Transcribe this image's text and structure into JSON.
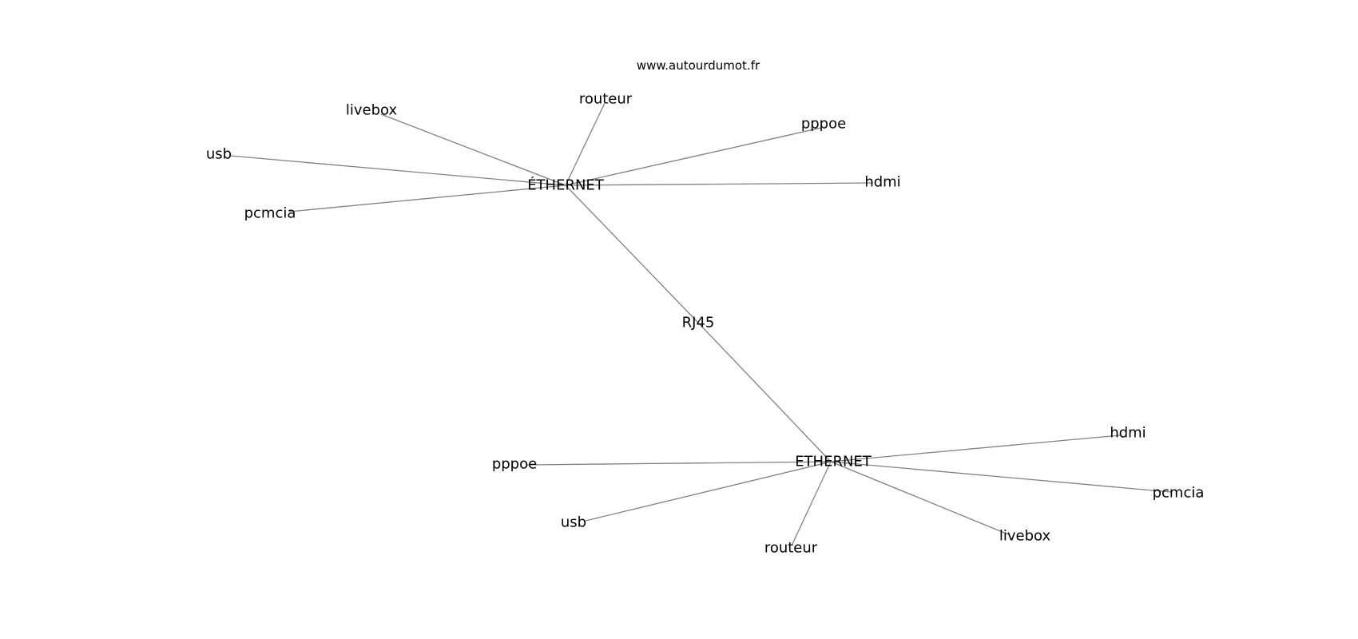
{
  "header": {
    "site": "www.autourdumot.fr"
  },
  "graph": {
    "nodes": [
      {
        "id": "ethernet_accent",
        "label": "ÉTHERNET"
      },
      {
        "id": "ethernet",
        "label": "ETHERNET"
      },
      {
        "id": "rj45",
        "label": "RJ45"
      },
      {
        "id": "livebox_a",
        "label": "livebox"
      },
      {
        "id": "routeur_a",
        "label": "routeur"
      },
      {
        "id": "pppoe_a",
        "label": "pppoe"
      },
      {
        "id": "usb_a",
        "label": "usb"
      },
      {
        "id": "hdmi_a",
        "label": "hdmi"
      },
      {
        "id": "pcmcia_a",
        "label": "pcmcia"
      },
      {
        "id": "hdmi_b",
        "label": "hdmi"
      },
      {
        "id": "pppoe_b",
        "label": "pppoe"
      },
      {
        "id": "pcmcia_b",
        "label": "pcmcia"
      },
      {
        "id": "usb_b",
        "label": "usb"
      },
      {
        "id": "livebox_b",
        "label": "livebox"
      },
      {
        "id": "routeur_b",
        "label": "routeur"
      }
    ],
    "edges": [
      [
        "ethernet_accent",
        "livebox_a"
      ],
      [
        "ethernet_accent",
        "routeur_a"
      ],
      [
        "ethernet_accent",
        "pppoe_a"
      ],
      [
        "ethernet_accent",
        "usb_a"
      ],
      [
        "ethernet_accent",
        "hdmi_a"
      ],
      [
        "ethernet_accent",
        "pcmcia_a"
      ],
      [
        "ethernet_accent",
        "rj45"
      ],
      [
        "rj45",
        "ethernet"
      ],
      [
        "ethernet",
        "hdmi_b"
      ],
      [
        "ethernet",
        "pppoe_b"
      ],
      [
        "ethernet",
        "pcmcia_b"
      ],
      [
        "ethernet",
        "usb_b"
      ],
      [
        "ethernet",
        "livebox_b"
      ],
      [
        "ethernet",
        "routeur_b"
      ]
    ]
  }
}
